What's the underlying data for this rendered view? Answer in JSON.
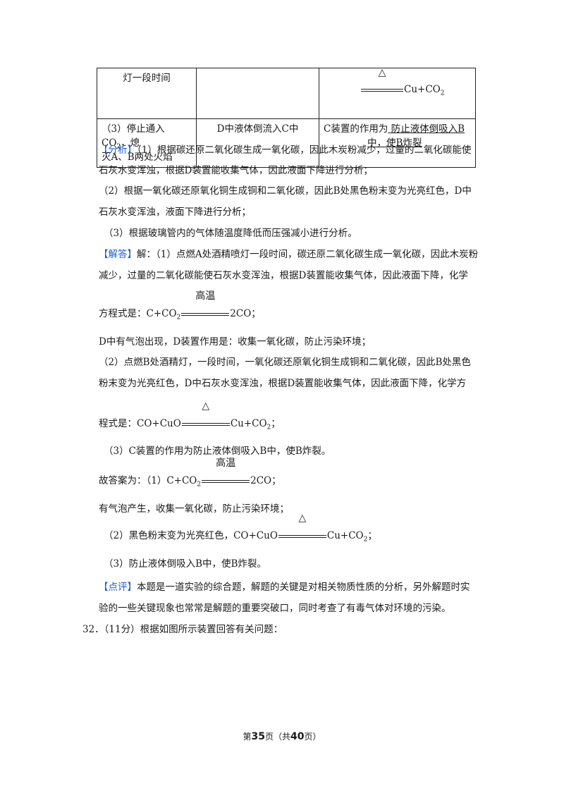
{
  "table": {
    "row1": {
      "col1": "灯一段时间",
      "col2": "",
      "col3_cond": "△",
      "col3_tail": "Cu+CO",
      "col3_sub": "2"
    },
    "row2": {
      "col1a": "（3）停止通入CO",
      "col1a_sub": "2",
      "col1b": "，熄",
      "col1c": "灭A、B两处火焰",
      "col2": "D中液体倒流入C中",
      "col3_prefix": "C装置的作用为",
      "col3_under1": "  防止液体倒吸入B",
      "col3_under2": "中，使B炸裂"
    }
  },
  "analysis": {
    "tag": "【分析】",
    "l1": "（1）根据碳还原二氧化碳生成一氧化碳，因此木炭粉减少，过量的二氧化碳能使",
    "l2": "石灰水变浑浊，根据D装置能收集气体，因此液面下降进行分析；",
    "l3": "（2）根据一氧化碳还原氧化铜生成铜和二氧化碳，因此B处黑色粉末变为光亮红色，D中",
    "l4": "石灰水变浑浊，液面下降进行分析；",
    "l5": "（3）根据玻璃管内的气体随温度降低而压强减小进行分析。"
  },
  "answer": {
    "tag": "【解答】",
    "l1": "解：（1）点燃A处酒精喷灯一段时间，碳还原二氧化碳生成一氧化碳，因此木炭粉",
    "l2": "减少，过量的二氧化碳能使石灰水变浑浊，根据D装置能收集气体，因此液面下降，化学",
    "eq1_pre": "方程式是：C+CO",
    "eq1_cond": "高温",
    "eq1_post": "2CO；",
    "l3": "D中有气泡出现，D装置作用是：收集一氧化碳，防止污染环境；",
    "l4": "（2）点燃B处酒精灯，一段时间，一氧化碳还原氧化铜生成铜和二氧化碳，因此B处黑色",
    "l5": "粉末变为光亮红色，D中石灰水变浑浊，根据D装置能收集气体，因此液面下降，化学方",
    "eq2_pre": "程式是：CO+CuO",
    "eq2_cond": "△",
    "eq2_post": "Cu+CO",
    "eq2_end": "；",
    "l6": "（3）C装置的作用为防止液体倒吸入B中，使B炸裂。",
    "ans_pre": "故答案为：（1）C+CO",
    "ans_cond": "高温",
    "ans_post": "2CO；",
    "l7": "有气泡产生，收集一氧化碳，防止污染环境；",
    "ans2_pre": "（2）黑色粉末变为光亮红色，CO+CuO",
    "ans2_cond": "△",
    "ans2_post": "Cu+CO",
    "ans2_end": "；",
    "l8": "（3）防止液体倒吸入B中，使B炸裂。"
  },
  "comment": {
    "tag": "【点评】",
    "l1": "本题是一道实验的综合题，解题的关键是对相关物质性质的分析，另外解题时实",
    "l2": "验的一些关键现象也常常是解题的重要突破口，同时考查了有毒气体对环境的污染。"
  },
  "question": {
    "text": "32．（11分）根据如图所示装置回答有关问题："
  },
  "footer": {
    "pre": "第",
    "page": "35",
    "mid": "页（共",
    "total": "40",
    "post": "页）"
  },
  "sub2": "2"
}
